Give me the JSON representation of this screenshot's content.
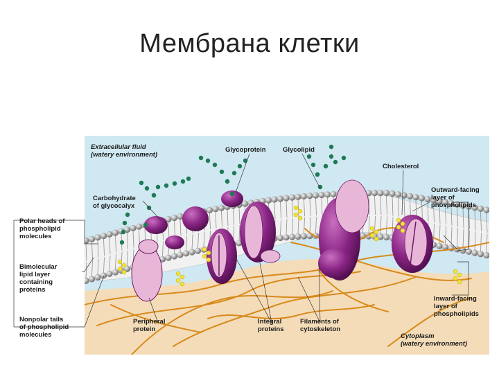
{
  "slide": {
    "title": "Мембрана клетки"
  },
  "diagram": {
    "environment": {
      "extracellular": [
        "Extracellular fluid",
        "(watery environment)"
      ],
      "cytoplasm": [
        "Cytoplasm",
        "(watery environment)"
      ]
    },
    "labels": {
      "glycoprotein": [
        "Glycoprotein"
      ],
      "glycolipid": [
        "Glycolipid"
      ],
      "cholesterol": [
        "Cholesterol"
      ],
      "carbohydrate": [
        "Carbohydrate",
        "of glycocalyx"
      ],
      "outward_layer": [
        "Outward-facing",
        "layer of",
        "phospholipids"
      ],
      "polar_heads": [
        "Polar heads of",
        "phospholipid",
        "molecules"
      ],
      "bimolecular": [
        "Bimolecular",
        "lipid layer",
        "containing",
        "proteins"
      ],
      "nonpolar_tails": [
        "Nonpolar tails",
        "of phospholipid",
        "molecules"
      ],
      "peripheral": [
        "Peripheral",
        "protein"
      ],
      "integral": [
        "Integral",
        "proteins"
      ],
      "filaments": [
        "Filaments of",
        "cytoskeleton"
      ],
      "inward_layer": [
        "Inward-facing",
        "layer of",
        "phospholipids"
      ]
    },
    "colors": {
      "extracellular_bg": "#cfe8f1",
      "cytoplasm_bg": "#f4dcb8",
      "phospholipid_head": "#9c9c9c",
      "protein_dark": "#7b1f78",
      "protein_light": "#e8b7d8",
      "carbohydrate": "#1e7a55",
      "cholesterol": "#f2e23a",
      "filament": "#d88a1c"
    }
  }
}
